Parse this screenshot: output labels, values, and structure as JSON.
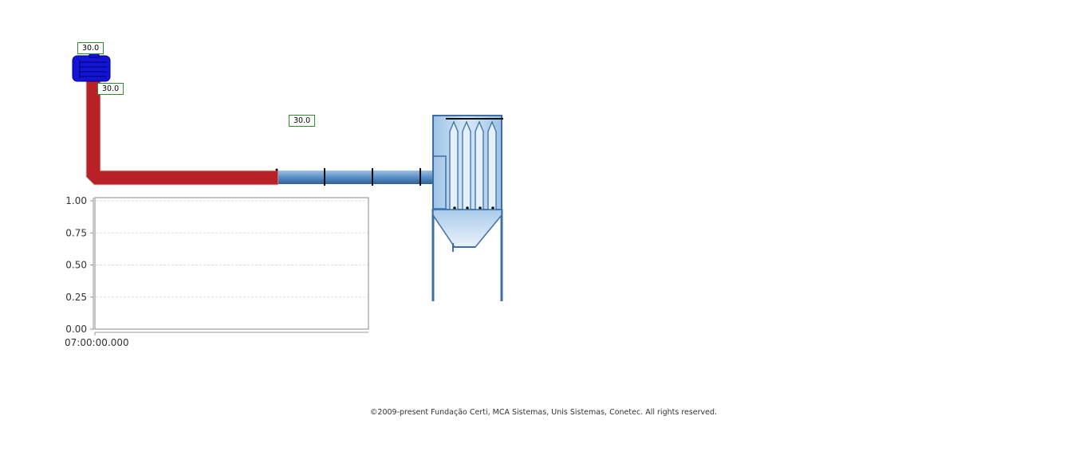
{
  "tags": {
    "motor_value": "30.0",
    "duct_vertical_value": "30.0",
    "duct_horizontal_value": "30.0"
  },
  "chart_data": {
    "type": "line",
    "title": "",
    "xlabel": "",
    "ylabel": "",
    "ylim": [
      0,
      1
    ],
    "yticks": [
      "0.00",
      "0.25",
      "0.50",
      "0.75",
      "1.00"
    ],
    "xtick_label": "07:00:00.000",
    "series": [],
    "grid": true
  },
  "footer": {
    "copyright": "©2009-present Fundação Certi, MCA Sistemas, Unis Sistemas, Conetec. All rights reserved."
  },
  "colors": {
    "motor_blue": "#1414d6",
    "duct_red": "#b82226",
    "pipe_blue": "#4f86bf",
    "filter_blue": "#bcd7ee",
    "tag_border": "#2e8b2e"
  }
}
